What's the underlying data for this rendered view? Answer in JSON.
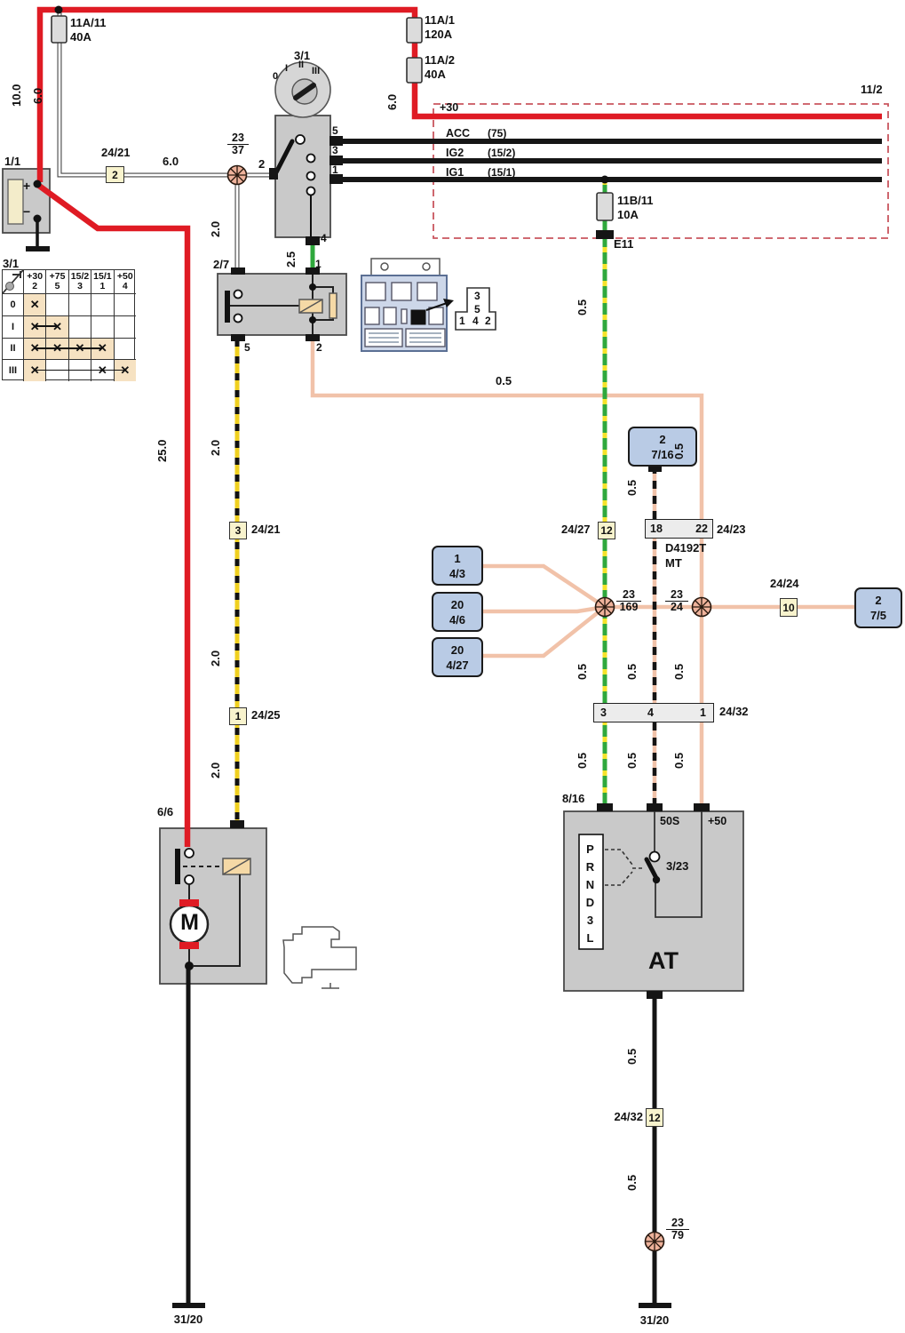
{
  "colors": {
    "wire_red": "#df1b24",
    "wire_green": "#2fa83c",
    "wire_yellow": "#f2d22e",
    "wire_salmon": "#f1c2a9",
    "wire_black": "#141414",
    "blue_box_fill": "#b9cbe5",
    "yellow_box_fill": "#f8f3cd",
    "table_highlight": "#f6e2c2",
    "splice_fill": "#eeb29b",
    "component_fill": "#c9c9c9",
    "cee_border": "#c9565e"
  },
  "battery": {
    "id": "1/1",
    "plus": "+",
    "minus": "−"
  },
  "fuses": {
    "f11a11": {
      "id": "11A/11",
      "rating": "40A"
    },
    "f11a1": {
      "id": "11A/1",
      "rating": "120A"
    },
    "f11a2": {
      "id": "11A/2",
      "rating": "40A"
    },
    "f11b11": {
      "id": "11B/11",
      "rating": "10A"
    }
  },
  "wire_sizes": {
    "s10": "10.0",
    "s6": "6.0",
    "s25": "25.0",
    "s2": "2.0",
    "s2_5": "2.5",
    "s05": "0.5"
  },
  "ignition": {
    "id": "3/1",
    "positions": [
      "0",
      "I",
      "II",
      "III"
    ],
    "pin2": "2",
    "pin5": "5",
    "pin3": "3",
    "pin1": "1",
    "pin4": "4"
  },
  "cee": {
    "id": "11/2",
    "plus30": "+30",
    "acc": "ACC",
    "acc_alt": "(75)",
    "ig2": "IG2",
    "ig2_alt": "(15/2)",
    "ig1": "IG1",
    "ig1_alt": "(15/1)",
    "e11": "E11"
  },
  "table": {
    "id": "3/1",
    "x_mark": "✕",
    "cols": [
      {
        "t": "+30",
        "n": "2"
      },
      {
        "t": "+75",
        "n": "5"
      },
      {
        "t": "15/2",
        "n": "3"
      },
      {
        "t": "15/1",
        "n": "1"
      },
      {
        "t": "+50",
        "n": "4"
      }
    ],
    "rows": [
      "0",
      "I",
      "II",
      "III"
    ],
    "marks": [
      [
        1,
        0,
        0,
        0,
        0
      ],
      [
        1,
        1,
        0,
        0,
        0
      ],
      [
        1,
        1,
        1,
        1,
        0
      ],
      [
        1,
        0,
        0,
        1,
        1
      ]
    ],
    "highlights": [
      [
        1,
        0,
        0,
        0,
        0
      ],
      [
        1,
        1,
        0,
        0,
        0
      ],
      [
        1,
        1,
        1,
        1,
        0
      ],
      [
        1,
        0,
        0,
        0,
        1
      ]
    ]
  },
  "relay": {
    "id": "2/7",
    "pin1": "1",
    "pin5": "5",
    "pin2": "2"
  },
  "pin_diagram": {
    "r1": "3",
    "r2": "5",
    "b1": "1",
    "b2": "4",
    "b3": "2"
  },
  "splices": {
    "s2337": {
      "t": "23",
      "b": "37"
    },
    "s23169": {
      "t": "23",
      "b": "169"
    },
    "s2324": {
      "t": "23",
      "b": "24"
    },
    "s2379": {
      "t": "23",
      "b": "79"
    }
  },
  "inline": {
    "c2421a": {
      "pin": "2",
      "id": "24/21"
    },
    "c2421b": {
      "pin": "3",
      "id": "24/21"
    },
    "c2425": {
      "pin": "1",
      "id": "24/25"
    },
    "c2427": {
      "pin": "12",
      "id": "24/27"
    },
    "c2424": {
      "pin": "10",
      "id": "24/24"
    },
    "c2432b": {
      "pin": "12",
      "id": "24/32"
    }
  },
  "strips": {
    "c2423": {
      "id": "24/23",
      "p18": "18",
      "p22": "22",
      "note1": "D4192T",
      "note2": "MT"
    },
    "c2432": {
      "id": "24/32",
      "p3": "3",
      "p4": "4",
      "p1": "1"
    }
  },
  "blue": {
    "b716": {
      "pin": "2",
      "id": "7/16"
    },
    "b43": {
      "pin": "1",
      "id": "4/3"
    },
    "b46": {
      "pin": "20",
      "id": "4/6"
    },
    "b427": {
      "pin": "20",
      "id": "4/27"
    },
    "b75": {
      "pin": "2",
      "id": "7/5"
    }
  },
  "starter": {
    "id": "6/6",
    "motor": "M"
  },
  "at": {
    "conn": "8/16",
    "p50s": "50S",
    "p50": "+50",
    "switch_id": "3/23",
    "gears": [
      "P",
      "R",
      "N",
      "D",
      "3",
      "L"
    ],
    "name": "AT"
  },
  "grounds": {
    "left": "31/20",
    "right": "31/20"
  }
}
